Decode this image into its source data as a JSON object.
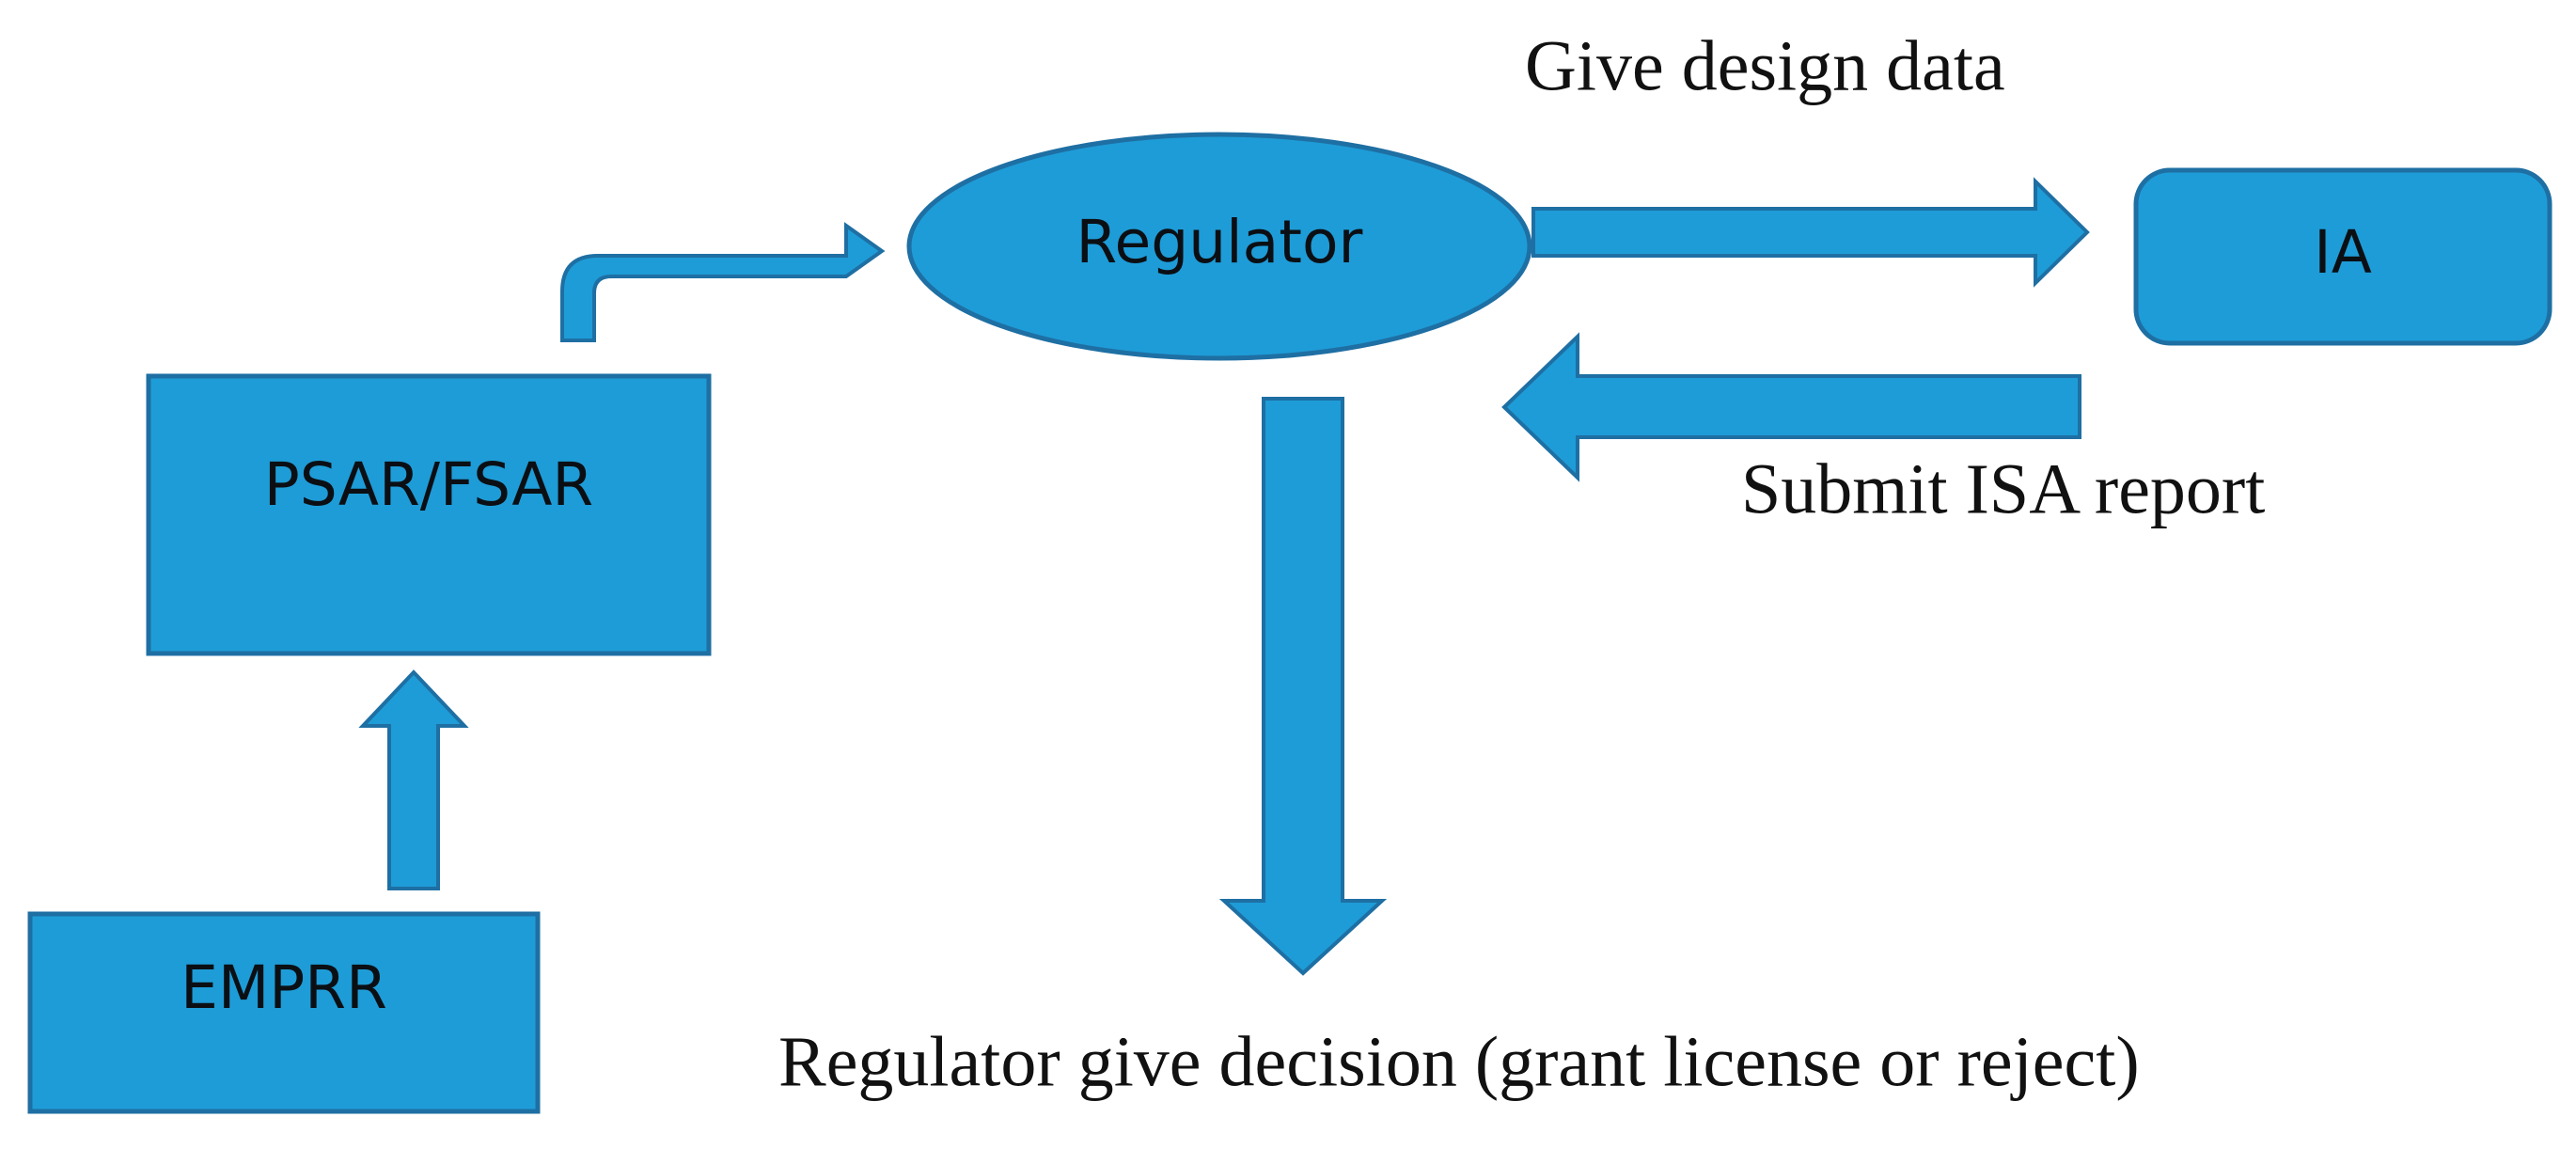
{
  "nodes": {
    "regulator": "Regulator",
    "ia": "IA",
    "psar_fsar": "PSAR/FSAR",
    "emprr": "EMPRR"
  },
  "edges": {
    "give_design_data": "Give design data",
    "submit_isa_report": "Submit ISA report",
    "decision": "Regulator give decision (grant license or reject)"
  },
  "colors": {
    "fill": "#1e9cd7",
    "outline": "#1e6fa3",
    "text": "#0b0f14"
  }
}
